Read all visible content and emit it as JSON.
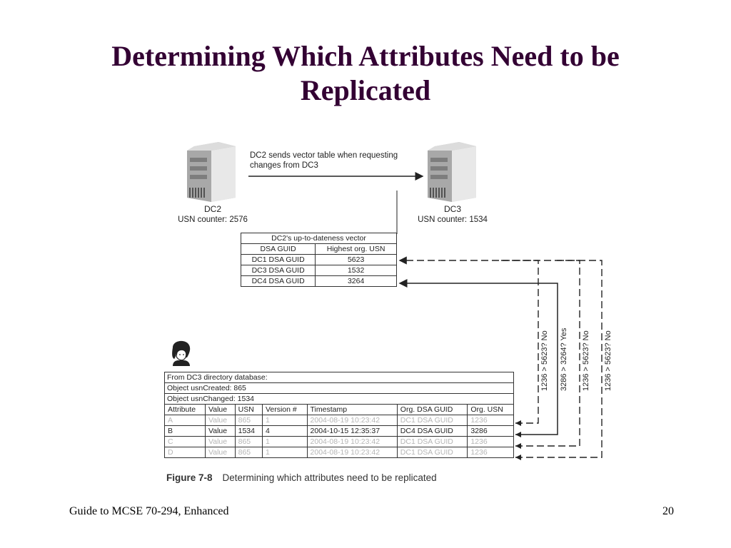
{
  "slide": {
    "title_line1": "Determining Which Attributes Need to be",
    "title_line2": "Replicated",
    "footer_left": "Guide to MCSE 70-294, Enhanced",
    "page_number": "20"
  },
  "figure": {
    "message": [
      "DC2 sends vector table when requesting",
      "changes from DC3"
    ],
    "servers": [
      {
        "name": "DC2",
        "usn": "USN counter: 2576"
      },
      {
        "name": "DC3",
        "usn": "USN counter: 1534"
      }
    ],
    "vector_table": {
      "title": "DC2's up-to-dateness vector",
      "headers": [
        "DSA GUID",
        "Highest org. USN"
      ],
      "rows": [
        [
          "DC1 DSA GUID",
          "5623"
        ],
        [
          "DC3 DSA GUID",
          "1532"
        ],
        [
          "DC4 DSA GUID",
          "3264"
        ]
      ]
    },
    "comparisons": [
      "1236 > 5623? No",
      "3286 > 3264? Yes",
      "1236 > 5623? No",
      "1236 > 5623? No"
    ],
    "database": {
      "from_line": "From DC3 directory database:",
      "usn_created": "Object usnCreated: 865",
      "usn_changed": "Object usnChanged: 1534",
      "headers": [
        "Attribute",
        "Value",
        "USN",
        "Version #",
        "Timestamp",
        "Org. DSA GUID",
        "Org. USN"
      ],
      "rows": [
        [
          "A",
          "Value",
          "865",
          "1",
          "2004-08-19 10:23:42",
          "DC1 DSA GUID",
          "1236"
        ],
        [
          "B",
          "Value",
          "1534",
          "4",
          "2004-10-15 12:35:37",
          "DC4 DSA GUID",
          "3286"
        ],
        [
          "C",
          "Value",
          "865",
          "1",
          "2004-08-19 10:23:42",
          "DC1 DSA GUID",
          "1236"
        ],
        [
          "D",
          "Value",
          "865",
          "1",
          "2004-08-19 10:23:42",
          "DC1 DSA GUID",
          "1236"
        ]
      ],
      "highlighted_row": "B"
    },
    "caption_label": "Figure 7-8",
    "caption_text": "Determining which attributes need to be replicated"
  }
}
